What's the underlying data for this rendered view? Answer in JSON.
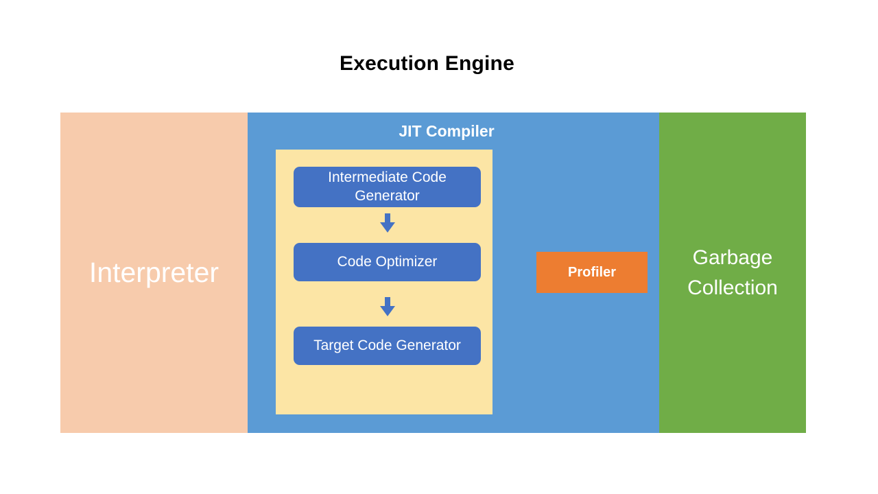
{
  "title": "Execution Engine",
  "colors": {
    "interpreter_bg": "#F7CBAC",
    "jit_bg": "#5B9BD5",
    "pipeline_bg": "#FCE5A5",
    "stage_bg": "#4472C4",
    "profiler_bg": "#ED7D31",
    "gc_bg": "#70AD47",
    "arrow": "#4472C4",
    "text_light": "#FFFFFF",
    "text_dark": "#000000"
  },
  "panels": {
    "interpreter": {
      "label": "Interpreter"
    },
    "jit": {
      "label": "JIT Compiler",
      "pipeline": {
        "stages": [
          {
            "label": "Intermediate Code Generator"
          },
          {
            "label": "Code Optimizer"
          },
          {
            "label": "Target Code Generator"
          }
        ],
        "arrows": [
          {
            "name": "arrow-down-1",
            "direction": "down"
          },
          {
            "name": "arrow-down-2",
            "direction": "down"
          }
        ]
      },
      "profiler": {
        "label": "Profiler"
      }
    },
    "garbage_collection": {
      "label_line_1": "Garbage",
      "label_line_2": "Collection"
    }
  }
}
